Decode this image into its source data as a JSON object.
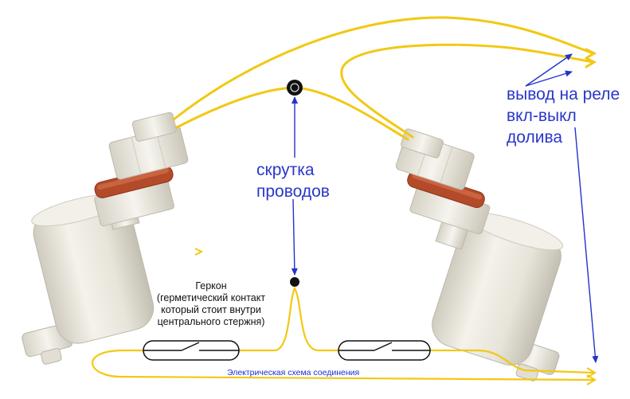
{
  "labels": {
    "twist": [
      "скрутка",
      "проводов"
    ],
    "relay": [
      "вывод на реле",
      "вкл-выкл",
      "долива"
    ],
    "reed": [
      "Геркон",
      "(герметический контакт",
      "который стоит внутри",
      "центрального стержня)"
    ],
    "caption": "Электрическая схема соединения"
  },
  "colors": {
    "wire": "#f2c814",
    "arrow": "#2233cc",
    "float_body": "#ece9df",
    "oring": "#b64a2a",
    "label_blue": "#2a37c8"
  }
}
